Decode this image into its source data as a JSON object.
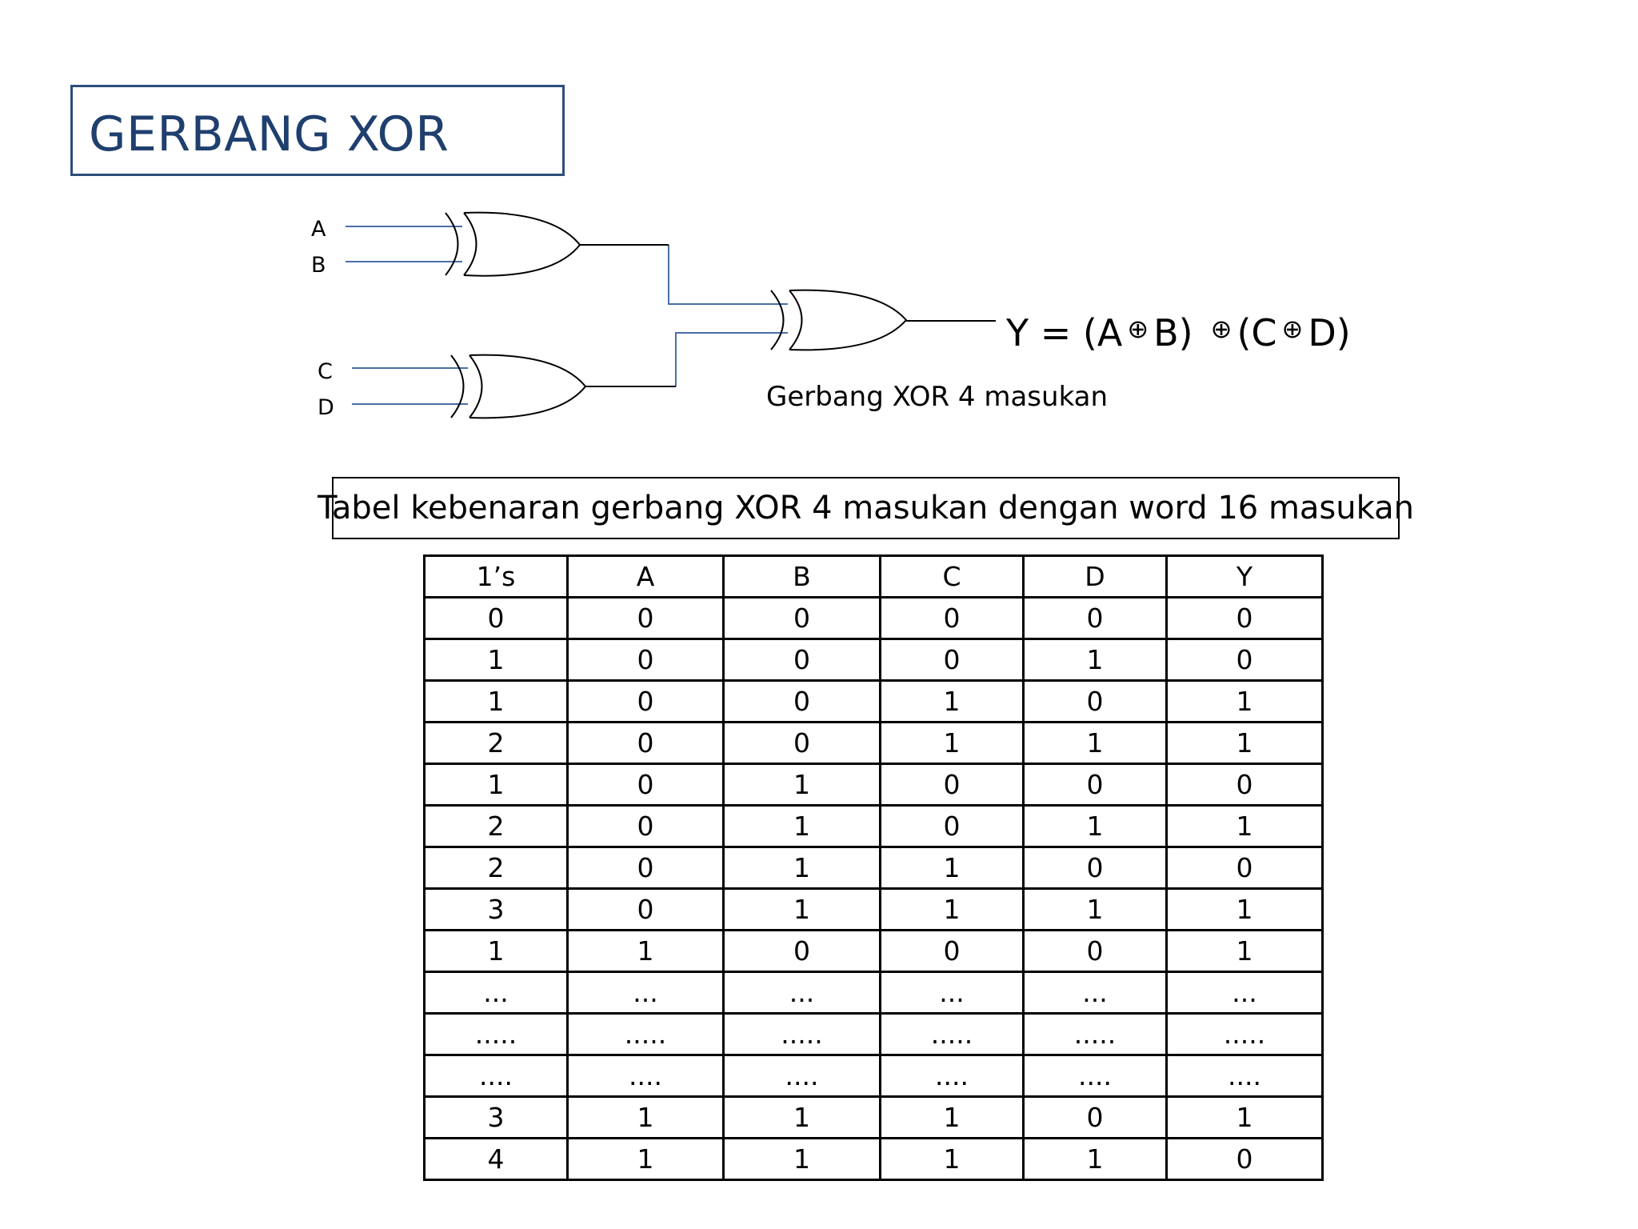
{
  "title": "GERBANG XOR",
  "inputs": [
    "A",
    "B",
    "C",
    "D"
  ],
  "formula": {
    "parts": [
      "Y = (A",
      "B)",
      "(C",
      "D)"
    ],
    "operator_symbol": "⊕"
  },
  "caption": "Gerbang XOR 4 masukan",
  "table_title": "Tabel kebenaran gerbang XOR 4  masukan dengan word 16 masukan",
  "table": {
    "headers": [
      "1’s",
      "A",
      "B",
      "C",
      "D",
      "Y"
    ],
    "rows": [
      [
        "0",
        "0",
        "0",
        "0",
        "0",
        "0"
      ],
      [
        "1",
        "0",
        "0",
        "0",
        "1",
        "0"
      ],
      [
        "1",
        "0",
        "0",
        "1",
        "0",
        "1"
      ],
      [
        "2",
        "0",
        "0",
        "1",
        "1",
        "1"
      ],
      [
        "1",
        "0",
        "1",
        "0",
        "0",
        "0"
      ],
      [
        "2",
        "0",
        "1",
        "0",
        "1",
        "1"
      ],
      [
        "2",
        "0",
        "1",
        "1",
        "0",
        "0"
      ],
      [
        "3",
        "0",
        "1",
        "1",
        "1",
        "1"
      ],
      [
        "1",
        "1",
        "0",
        "0",
        "0",
        "1"
      ],
      [
        "...",
        "...",
        "...",
        "...",
        "...",
        "..."
      ],
      [
        ".....",
        ".....",
        ".....",
        ".....",
        ".....",
        "....."
      ],
      [
        "....",
        "....",
        "....",
        "....",
        "....",
        "...."
      ],
      [
        "3",
        "1",
        "1",
        "1",
        "0",
        "1"
      ],
      [
        "4",
        "1",
        "1",
        "1",
        "1",
        "0"
      ]
    ]
  },
  "colors": {
    "title_text": "#1f3f6e",
    "title_border": "#2e4d7b",
    "input_wire": "#4a6fa5",
    "gate_stroke": "#000000"
  }
}
